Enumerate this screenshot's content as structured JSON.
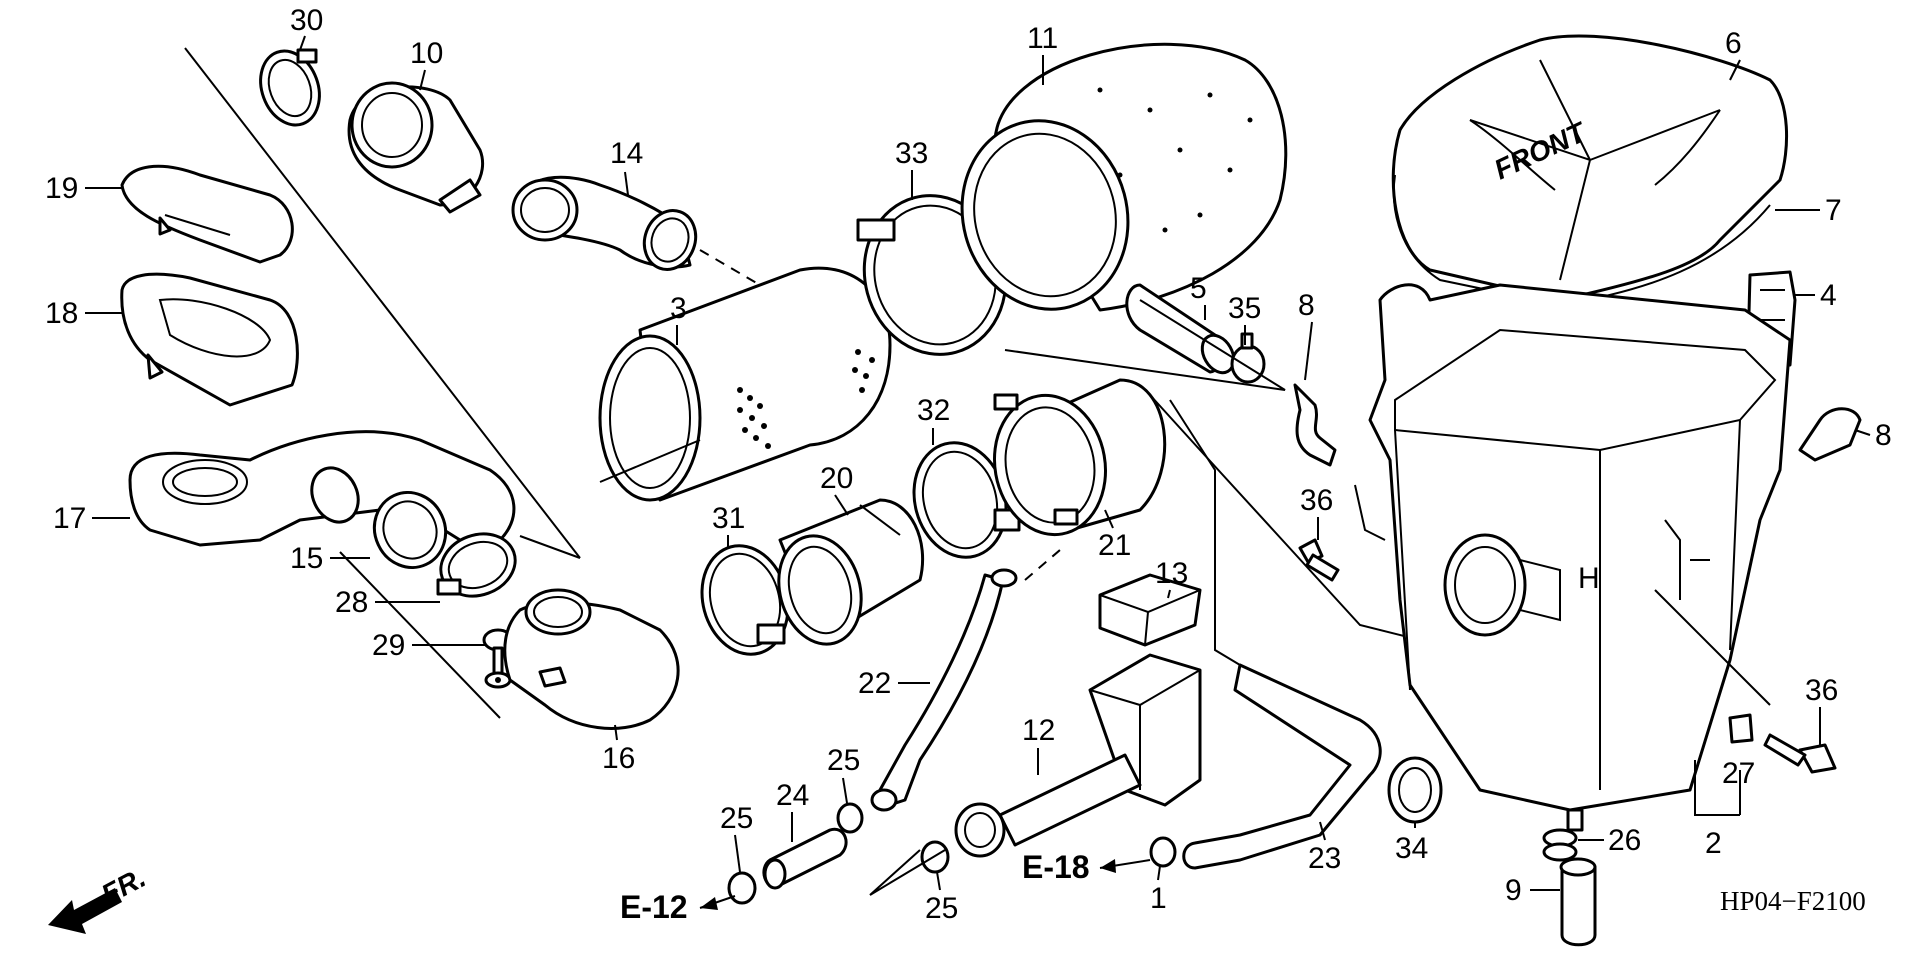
{
  "diagram_code": "HP04−F2100",
  "direction_label": "FR.",
  "box_front_label": "FRONT",
  "box_letter": "H",
  "references": [
    {
      "id": "e12",
      "text": "E-12"
    },
    {
      "id": "e18",
      "text": "E-18"
    }
  ],
  "part_labels": [
    {
      "id": "p30",
      "text": "30"
    },
    {
      "id": "p10",
      "text": "10"
    },
    {
      "id": "p19",
      "text": "19"
    },
    {
      "id": "p18",
      "text": "18"
    },
    {
      "id": "p17",
      "text": "17"
    },
    {
      "id": "p15",
      "text": "15"
    },
    {
      "id": "p28",
      "text": "28"
    },
    {
      "id": "p29",
      "text": "29"
    },
    {
      "id": "p16",
      "text": "16"
    },
    {
      "id": "p14",
      "text": "14"
    },
    {
      "id": "p3",
      "text": "3"
    },
    {
      "id": "p33",
      "text": "33"
    },
    {
      "id": "p11",
      "text": "11"
    },
    {
      "id": "p31",
      "text": "31"
    },
    {
      "id": "p20",
      "text": "20"
    },
    {
      "id": "p32",
      "text": "32"
    },
    {
      "id": "p21",
      "text": "21"
    },
    {
      "id": "p13",
      "text": "13"
    },
    {
      "id": "p22",
      "text": "22"
    },
    {
      "id": "p12",
      "text": "12"
    },
    {
      "id": "p24",
      "text": "24"
    },
    {
      "id": "p25a",
      "text": "25"
    },
    {
      "id": "p25b",
      "text": "25"
    },
    {
      "id": "p25c",
      "text": "25"
    },
    {
      "id": "p1",
      "text": "1"
    },
    {
      "id": "p23",
      "text": "23"
    },
    {
      "id": "p34",
      "text": "34"
    },
    {
      "id": "p5",
      "text": "5"
    },
    {
      "id": "p35",
      "text": "35"
    },
    {
      "id": "p8a",
      "text": "8"
    },
    {
      "id": "p36a",
      "text": "36"
    },
    {
      "id": "p6",
      "text": "6"
    },
    {
      "id": "p7",
      "text": "7"
    },
    {
      "id": "p4",
      "text": "4"
    },
    {
      "id": "p8b",
      "text": "8"
    },
    {
      "id": "p36b",
      "text": "36"
    },
    {
      "id": "p27",
      "text": "27"
    },
    {
      "id": "p2",
      "text": "2"
    },
    {
      "id": "p26",
      "text": "26"
    },
    {
      "id": "p9",
      "text": "9"
    }
  ]
}
